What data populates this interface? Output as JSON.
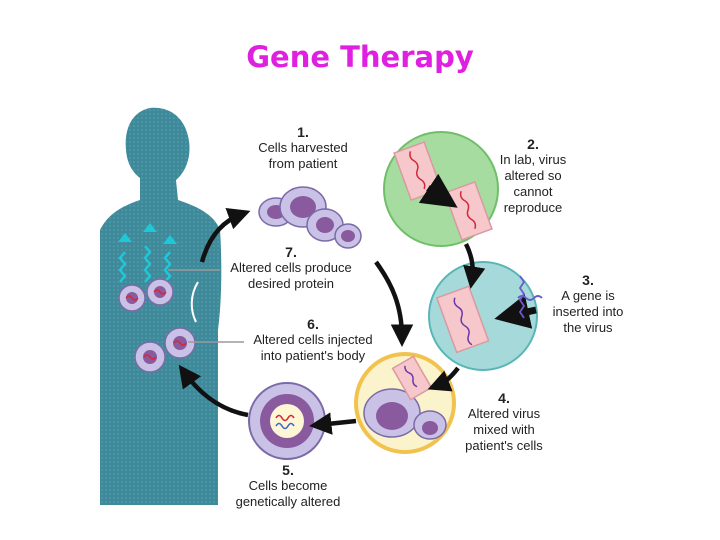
{
  "title": "Gene Therapy",
  "colors": {
    "title": "#e020e0",
    "body": "#3f8a9a",
    "cell_membrane": "#c9c2e6",
    "cell_nucleus": "#8a5a9e",
    "virus_lab_circle": "#a6dca0",
    "virus_insert_circle": "#a6dada",
    "virus_capsule": "#f6c7cb",
    "gene_strand": "#d02a3a",
    "arrow": "#111111"
  },
  "steps": [
    {
      "number": "1.",
      "text": "Cells harvested\nfrom patient"
    },
    {
      "number": "2.",
      "text": "In lab, virus\naltered so\ncannot\nreproduce"
    },
    {
      "number": "3.",
      "text": "A gene is\ninserted into\nthe virus"
    },
    {
      "number": "4.",
      "text": "Altered virus\nmixed with\npatient's cells"
    },
    {
      "number": "5.",
      "text": "Cells become\ngenetically altered"
    },
    {
      "number": "6.",
      "text": "Altered cells injected\ninto patient's body"
    },
    {
      "number": "7.",
      "text": "Altered cells produce\ndesired protein"
    }
  ]
}
